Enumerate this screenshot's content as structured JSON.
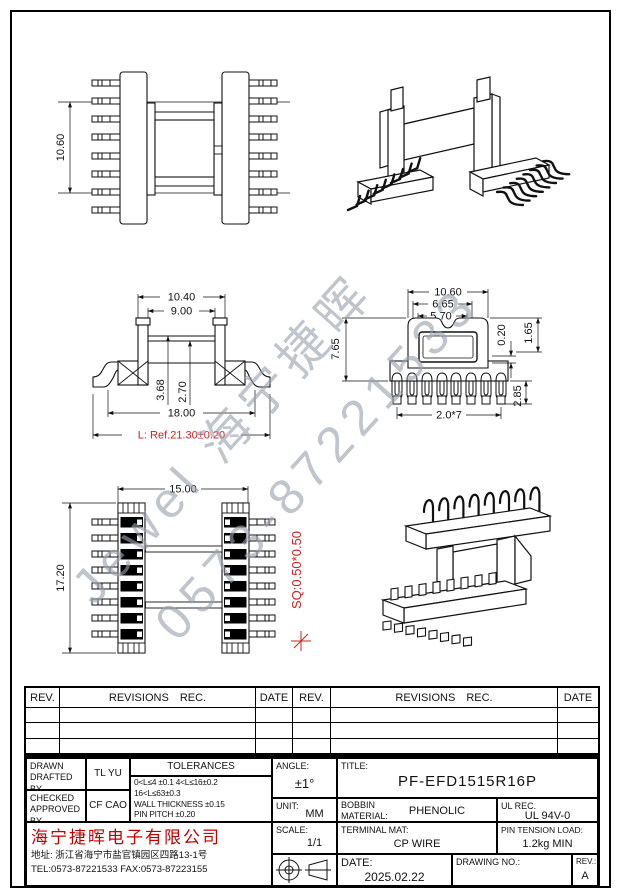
{
  "page": {
    "background": "#ffffff",
    "line_color": "#111111",
    "accent_red": "#cc2222",
    "company_red": "#c00000",
    "watermark_color": "#9aa2ac"
  },
  "watermark": {
    "line1": "Jewel 海宁捷晖",
    "line2": "0573-87221533"
  },
  "views": {
    "top": {
      "h": "10.60"
    },
    "front": {
      "w1": "10.40",
      "w2": "9.00",
      "v1": "3.68",
      "v2": "2.70",
      "w3": "18.00",
      "ref": "L: Ref.21.30±0.20"
    },
    "side": {
      "w1": "10.60",
      "w2": "6.65",
      "w3": "5.70",
      "v1": "7.65",
      "v2": "0.20",
      "v3": "1.65",
      "v4": "2.85",
      "pitch": "2.0*7"
    },
    "bottom": {
      "w": "15.00",
      "v": "17.20",
      "sq": "SQ:0.50*0.50"
    }
  },
  "revisions": {
    "headers": [
      "REV.",
      "REVISIONS  REC.",
      "DATE",
      "REV.",
      "REVISIONS  REC.",
      "DATE"
    ],
    "empty_rows": 3
  },
  "title_block": {
    "drawn_l1": "DRAWN",
    "drawn_l2": "DRAFTED BY",
    "drawn_by": "TL YU",
    "checked_l1": "CHECKED",
    "checked_l2": "APPROVED BY",
    "checked_by": "CF CAO",
    "tolerances_title": "TOLERANCES",
    "tol1": "0<L≤4 ±0.1 4<L≤16±0.2",
    "tol2": "16<L≤63±0.3",
    "tol3": "WALL THICKNESS ±0.15",
    "tol4": "PIN PITCH ±0.20",
    "angle_label": "ANGLE:",
    "angle_value": "±1°",
    "unit_label": "UNIT:",
    "unit_value": "MM",
    "title_label": "TITLE:",
    "title_value": "PF-EFD1515R16P",
    "bobbin_l1": "BOBBIN",
    "bobbin_l2": "MATERIAL:",
    "bobbin_value": "PHENOLIC",
    "ul_label": "UL REC.",
    "ul_value": "UL 94V-0",
    "scale_label": "SCALE:",
    "scale_value": "1/1",
    "terminal_label": "TERMINAL MAT:",
    "terminal_value": "CP WIRE",
    "pin_tension_label": "PIN TENSION LOAD:",
    "pin_tension_value": "1.2kg MIN",
    "date_label": "DATE:",
    "date_value": "2025.02.22",
    "drawing_no_label": "DRAWING NO.:",
    "rev_label": "REV.:",
    "rev_value": "A",
    "company": "海宁捷晖电子有限公司",
    "address": "地址: 浙江省海宁市盐官镇园区四路13-1号",
    "tel": "TEL:0573-87221533 FAX:0573-87223155"
  }
}
